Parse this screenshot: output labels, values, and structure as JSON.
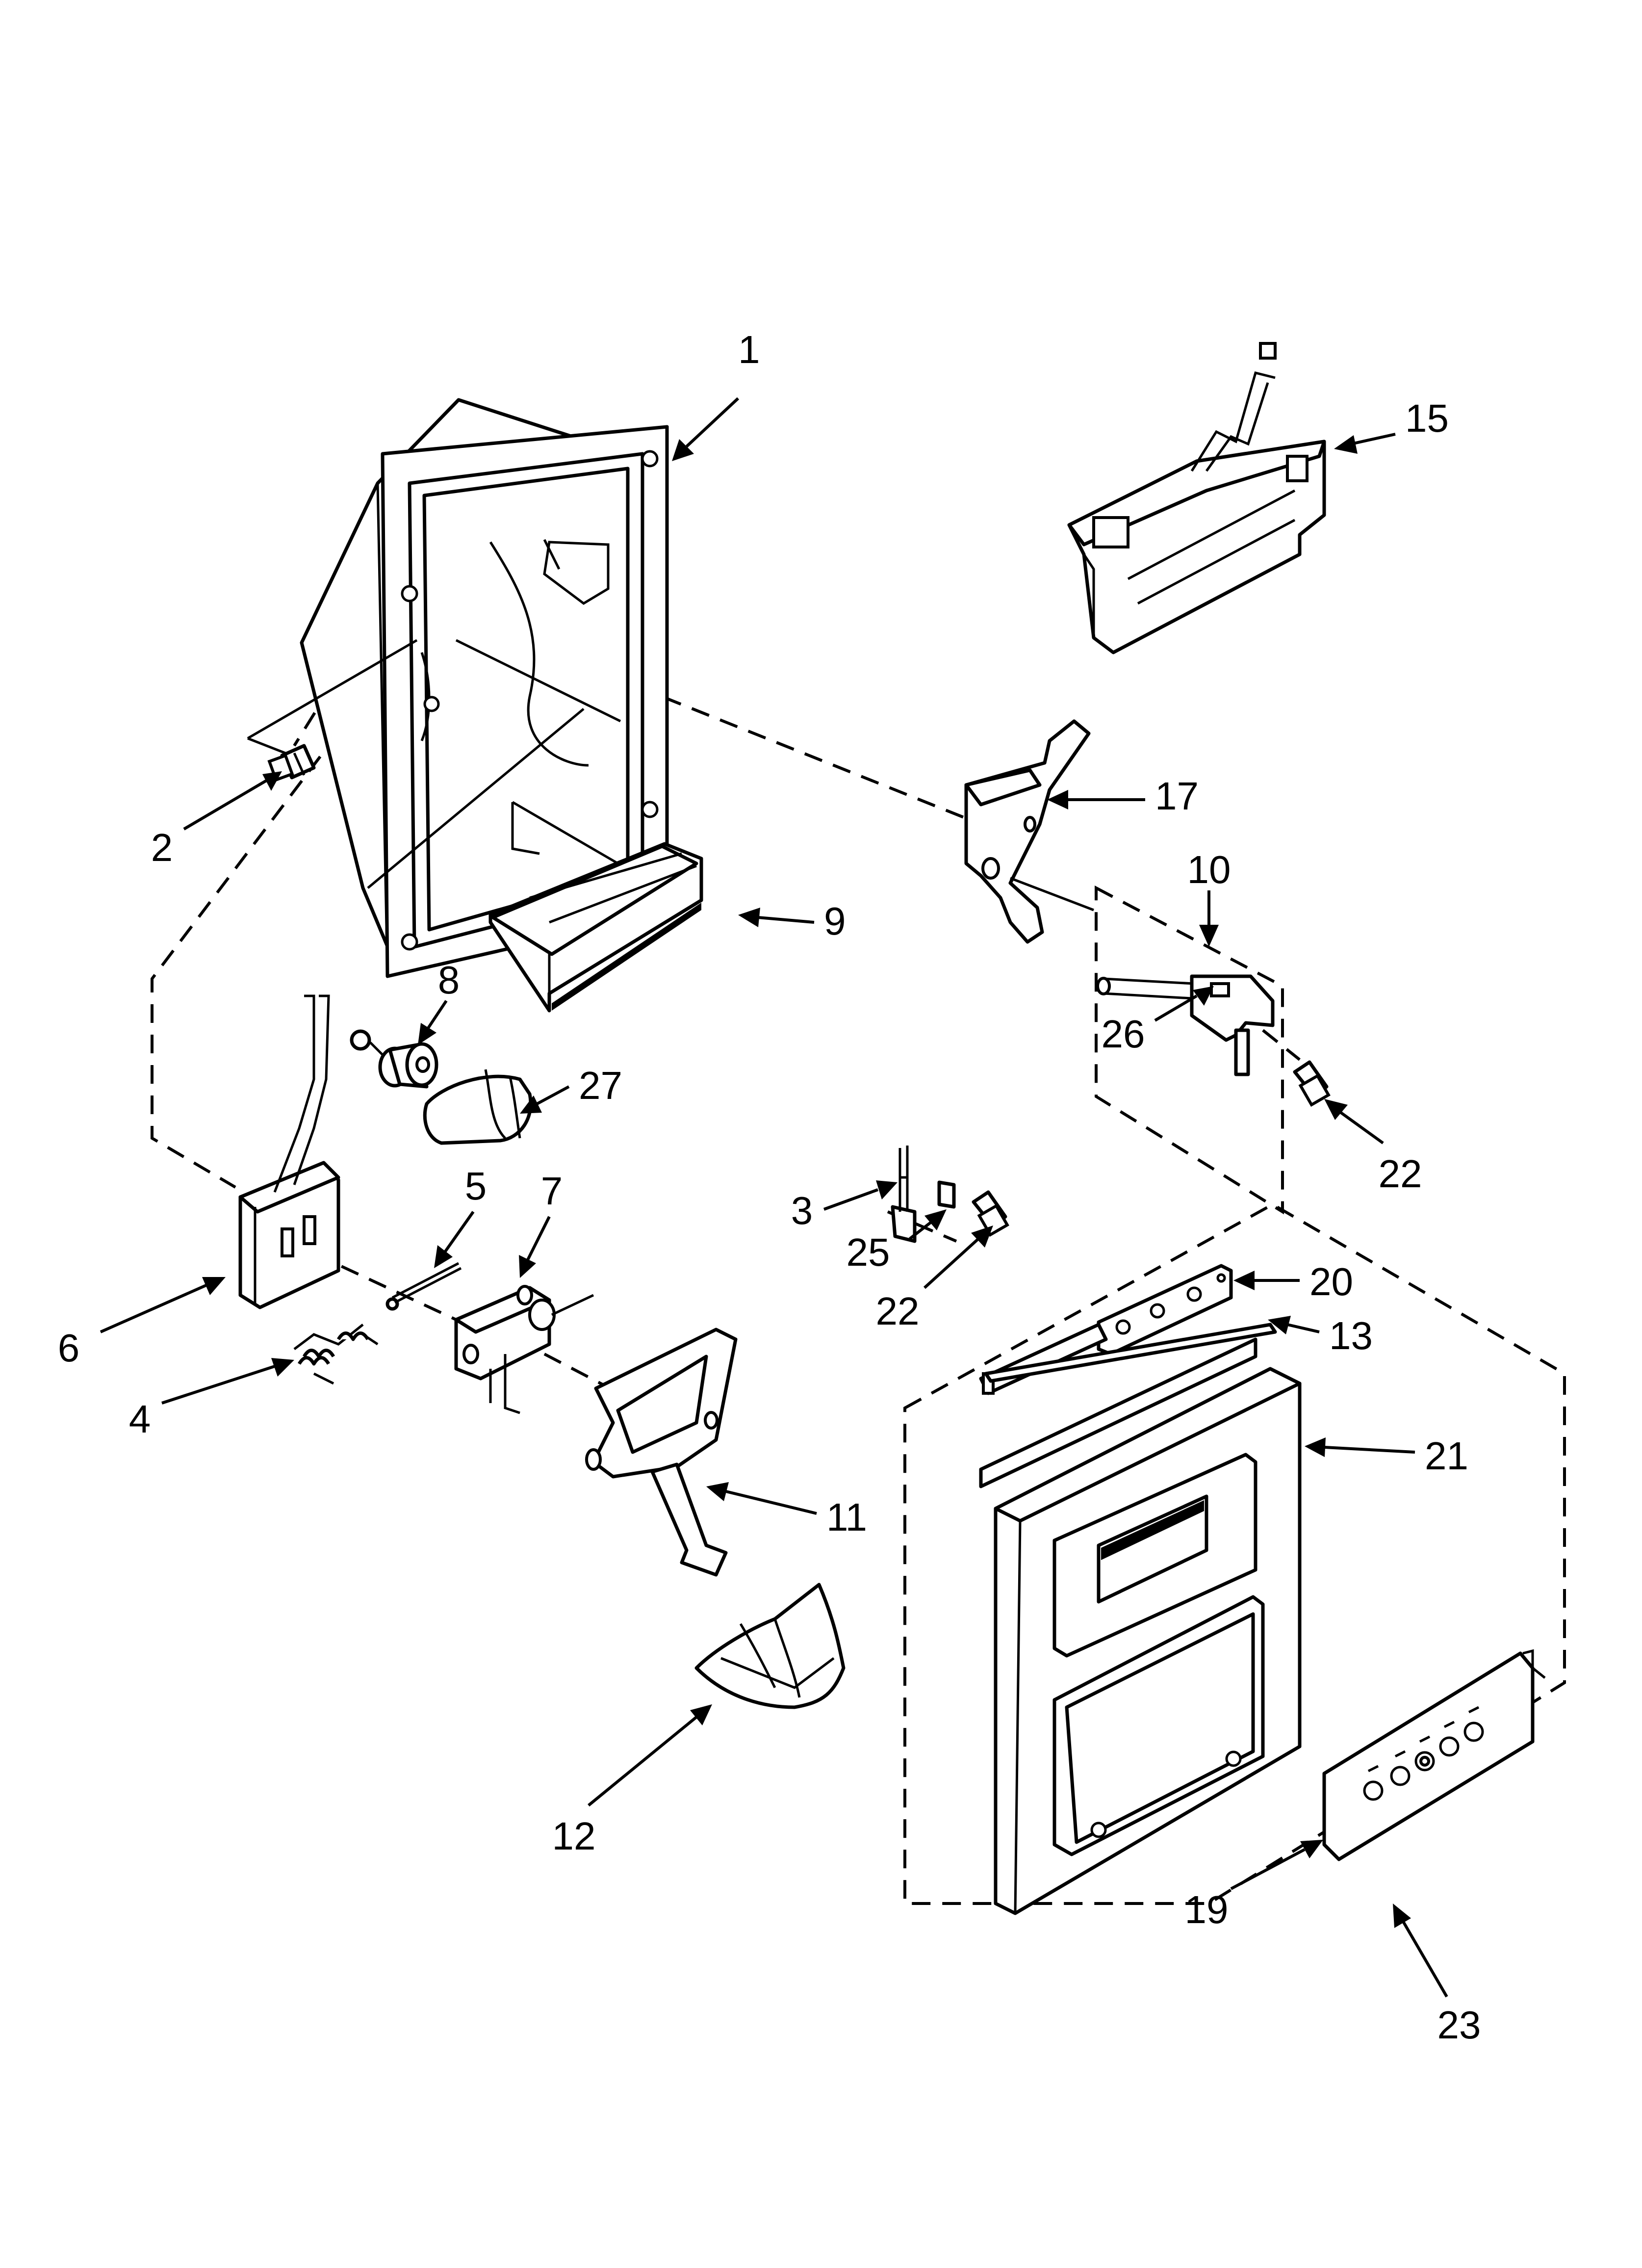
{
  "callouts": {
    "c1": "1",
    "c2": "2",
    "c3": "3",
    "c4": "4",
    "c5": "5",
    "c6": "6",
    "c7": "7",
    "c8": "8",
    "c9": "9",
    "c10": "10",
    "c11": "11",
    "c12": "12",
    "c13": "13",
    "c15": "15",
    "c17": "17",
    "c19": "19",
    "c20": "20",
    "c21": "21",
    "c22a": "22",
    "c22b": "22",
    "c23": "23",
    "c25": "25",
    "c26": "26",
    "c27": "27"
  },
  "colors": {
    "line": "#000000",
    "background": "#ffffff"
  }
}
